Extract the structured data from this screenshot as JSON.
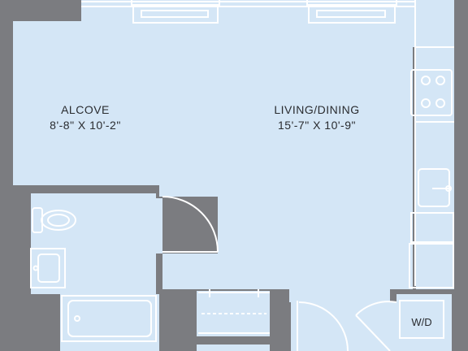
{
  "rooms": {
    "alcove": {
      "name": "ALCOVE",
      "dimensions": "8'-8\" X 10'-2\""
    },
    "living_dining": {
      "name": "LIVING/DINING",
      "dimensions": "15'-7\" X 10'-9\""
    }
  },
  "appliances": {
    "washer_dryer": "W/D"
  },
  "colors": {
    "wall": "#7b7c80",
    "floor": "#d4e6f6",
    "line": "#ffffff",
    "text": "#2a2c30"
  }
}
